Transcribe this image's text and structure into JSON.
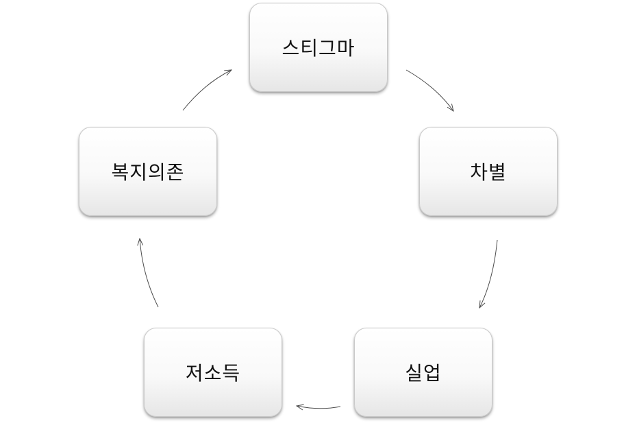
{
  "diagram": {
    "nodes": [
      {
        "id": "stigma",
        "label": "스티그마"
      },
      {
        "id": "discrimination",
        "label": "차별"
      },
      {
        "id": "unemployment",
        "label": "실업"
      },
      {
        "id": "low_income",
        "label": "저소득"
      },
      {
        "id": "welfare",
        "label": "복지의존"
      }
    ],
    "edges": [
      {
        "from": "stigma",
        "to": "discrimination"
      },
      {
        "from": "discrimination",
        "to": "unemployment"
      },
      {
        "from": "unemployment",
        "to": "low_income"
      },
      {
        "from": "low_income",
        "to": "welfare"
      },
      {
        "from": "welfare",
        "to": "stigma"
      }
    ],
    "colors": {
      "arrow": "#4a4a4a",
      "node_border": "#c9c9c9",
      "text": "#111111"
    }
  }
}
